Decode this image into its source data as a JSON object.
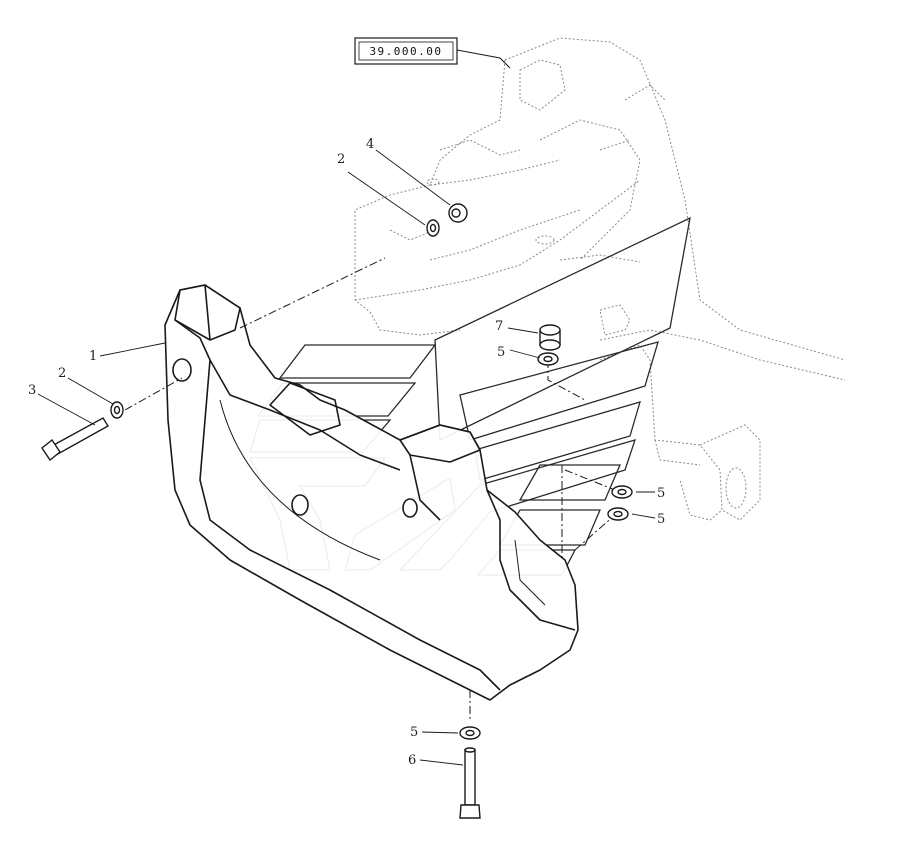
{
  "reference_box": {
    "label": "39.000.00"
  },
  "callouts": [
    {
      "id": "callout-1-weight",
      "label": "1"
    },
    {
      "id": "callout-2-washer-upper",
      "label": "2"
    },
    {
      "id": "callout-2-washer-left",
      "label": "2"
    },
    {
      "id": "callout-3-bolt-left",
      "label": "3"
    },
    {
      "id": "callout-4-nut",
      "label": "4"
    },
    {
      "id": "callout-5-washer-top",
      "label": "5"
    },
    {
      "id": "callout-5-washer-right-a",
      "label": "5"
    },
    {
      "id": "callout-5-washer-right-b",
      "label": "5"
    },
    {
      "id": "callout-5-washer-bottom",
      "label": "5"
    },
    {
      "id": "callout-6-bolt-bottom",
      "label": "6"
    },
    {
      "id": "callout-7-plug",
      "label": "7"
    }
  ],
  "colors": {
    "line": "#1a1a1a",
    "dashed_frame": "#8a8a8a",
    "watermark": "#2a2a2a",
    "background": "#ffffff"
  }
}
